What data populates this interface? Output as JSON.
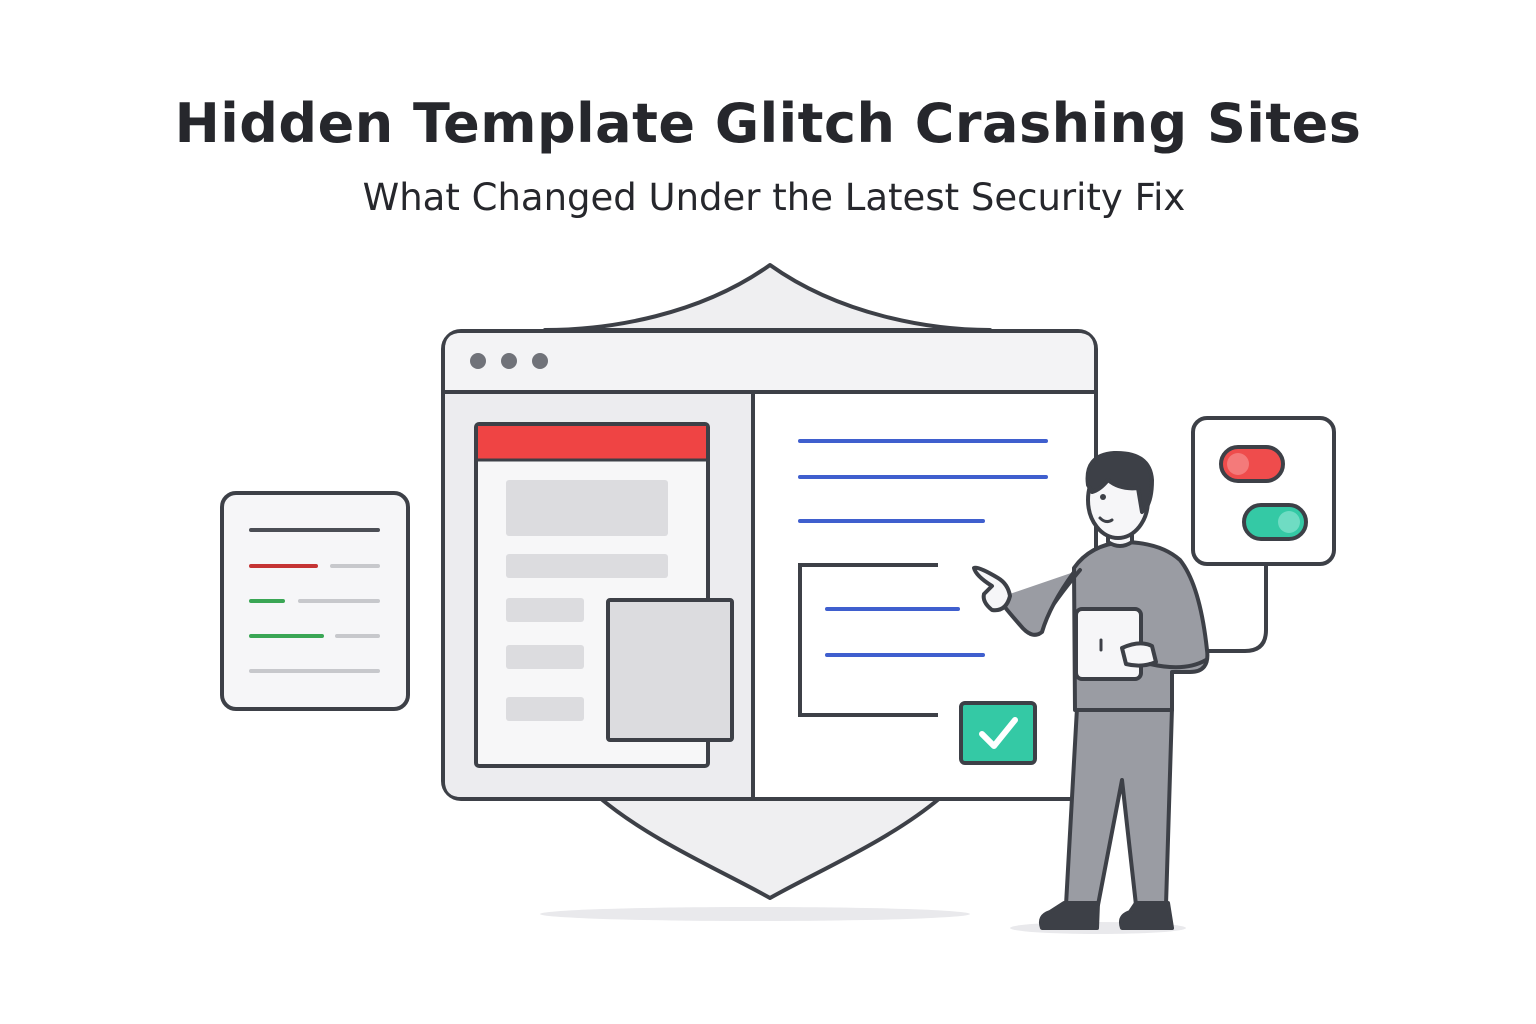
{
  "header": {
    "title": "Hidden Template Glitch Crashing Sites",
    "subtitle": "What Changed Under the Latest Security Fix"
  },
  "illustration": {
    "icons": [
      "shield-icon",
      "browser-window",
      "document-card",
      "toggle-panel",
      "checkbox-icon",
      "person",
      "tablet"
    ],
    "colors": {
      "outline": "#3d4047",
      "shield_fill": "#efeff1",
      "window_fill": "#f6f6f8",
      "panel_fill": "#e9e9ec",
      "red": "#ef4444",
      "green": "#34c9a5",
      "green_line": "#3aa655",
      "blue_line": "#3f5fce",
      "gray_fill": "#9a9ca3",
      "dark": "#3d4047"
    }
  }
}
